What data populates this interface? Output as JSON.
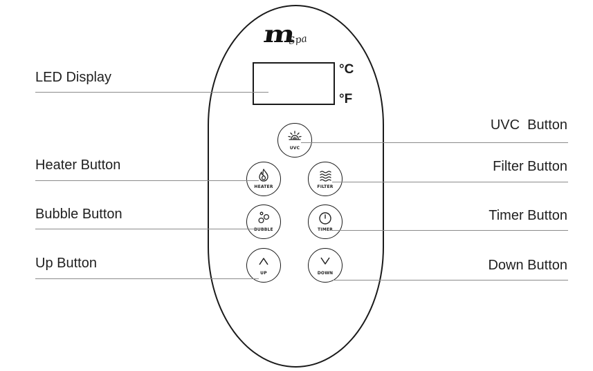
{
  "remote": {
    "logo": {
      "mark": "m",
      "script": "Spa"
    },
    "units": {
      "celsius": "°C",
      "fahrenheit": "°F"
    },
    "buttons": {
      "uvc": {
        "caption": "UVC",
        "icon": "uvc-lamp-icon"
      },
      "heater": {
        "caption": "HEATER",
        "icon": "flame-icon"
      },
      "filter": {
        "caption": "FILTER",
        "icon": "filter-waves-icon"
      },
      "bubble": {
        "caption": "BUBBLE",
        "icon": "bubbles-icon"
      },
      "timer": {
        "caption": "TIMER",
        "icon": "timer-icon"
      },
      "up": {
        "caption": "UP",
        "icon": "chevron-up-icon"
      },
      "down": {
        "caption": "DOWN",
        "icon": "chevron-down-icon"
      }
    }
  },
  "callouts": {
    "led_display": "LED Display",
    "uvc_button": "UVC  Button",
    "heater_button": "Heater Button",
    "filter_button": "Filter Button",
    "bubble_button": "Bubble Button",
    "timer_button": "Timer Button",
    "up_button": "Up Button",
    "down_button": "Down Button"
  },
  "colors": {
    "outline": "#1a1a1a",
    "leader_line": "#8a8a8a",
    "background": "#ffffff"
  }
}
